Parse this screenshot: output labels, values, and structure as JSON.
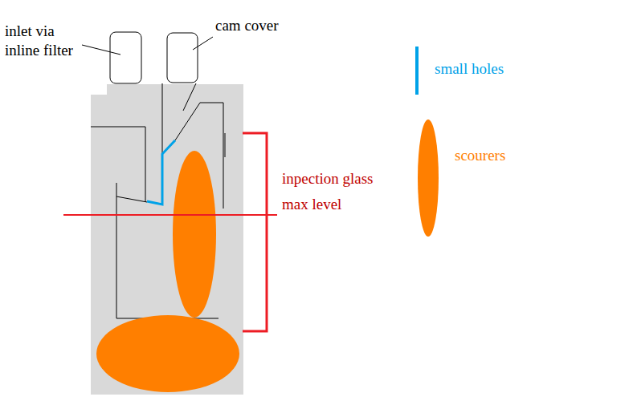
{
  "diagram": {
    "labels": [
      "inlet via inline filter",
      "cam cover",
      "inpection glass",
      "max level"
    ],
    "legend": [
      {
        "text": "small holes"
      },
      {
        "text": "scourers"
      }
    ]
  }
}
